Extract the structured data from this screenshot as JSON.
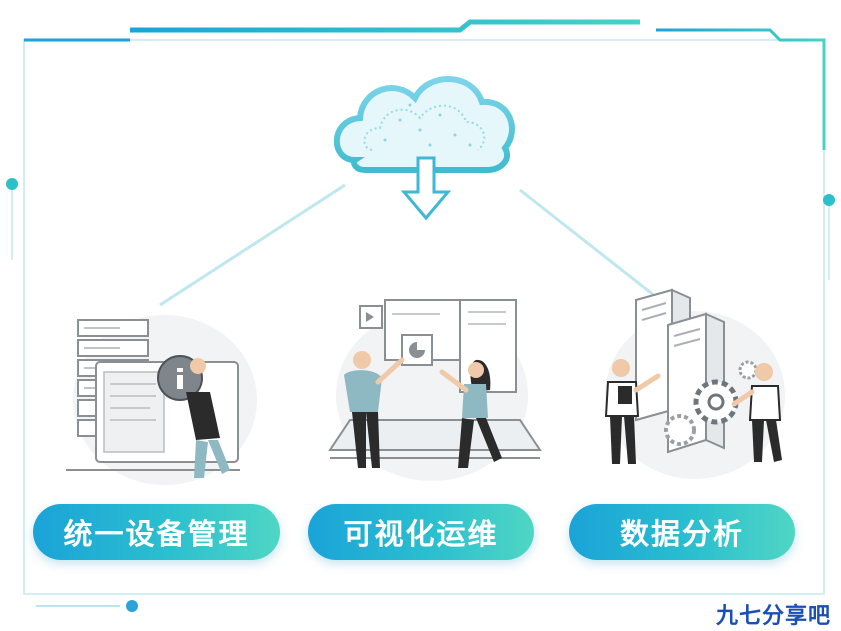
{
  "features": [
    {
      "label": "统一设备管理"
    },
    {
      "label": "可视化运维"
    },
    {
      "label": "数据分析"
    }
  ],
  "watermark": "九七分享吧",
  "icons": [
    "cloud-download-icon",
    "server-rack-icon",
    "info-icon",
    "dashboard-screens-icon",
    "server-tower-icon",
    "gear-icon"
  ],
  "colors": {
    "accent_blue": "#1aa3d8",
    "accent_teal": "#2bbfcf",
    "accent_mint": "#4fd6c4",
    "line": "#c8e9ef",
    "person_dark": "#2b2b2b"
  }
}
